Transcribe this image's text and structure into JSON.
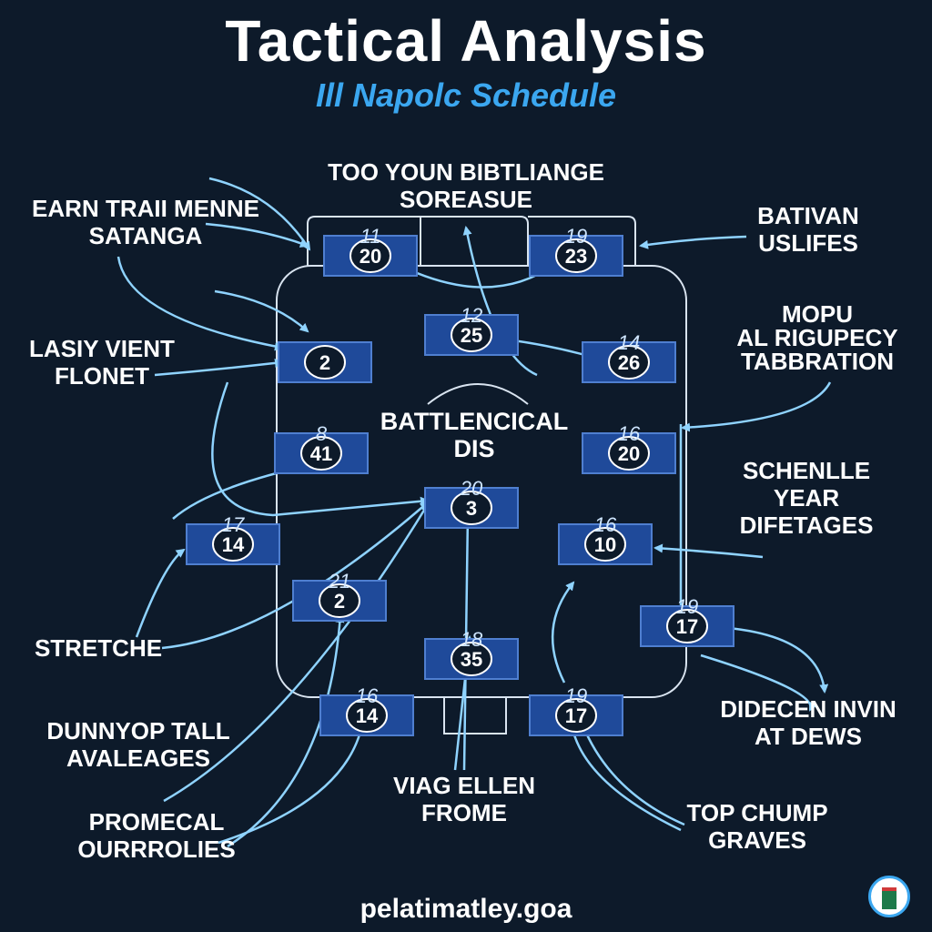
{
  "header": {
    "title": "Tactical Analysis",
    "subtitle": "Ill Napolc Schedule"
  },
  "footer": {
    "site": "pelatimatley.goa"
  },
  "colors": {
    "background": "#0d1a2a",
    "accent": "#3ba7f0",
    "arrow": "#8fd3ff",
    "box_fill": "#1f4a9a",
    "pitch_line": "#d9e4f0"
  },
  "center_label": [
    "BATTLENCICAL",
    "DIS"
  ],
  "players": [
    {
      "top": "11",
      "num": "20"
    },
    {
      "top": "19",
      "num": "23"
    },
    {
      "top": "12",
      "num": "25"
    },
    {
      "top": "",
      "num": "2"
    },
    {
      "top": "14",
      "num": "26"
    },
    {
      "top": "8",
      "num": "41"
    },
    {
      "top": "16",
      "num": "20"
    },
    {
      "top": "20",
      "num": "3"
    },
    {
      "top": "17",
      "num": "14"
    },
    {
      "top": "16",
      "num": "10"
    },
    {
      "top": "21",
      "num": "2"
    },
    {
      "top": "19",
      "num": "17"
    },
    {
      "top": "18",
      "num": "35"
    },
    {
      "top": "16",
      "num": "14"
    },
    {
      "top": "19",
      "num": "17"
    }
  ],
  "annotations": [
    {
      "lines": [
        "TOO YOUN BIBTLIANGE",
        "SOREASUE"
      ]
    },
    {
      "lines": [
        "EARN TRAII MENNE",
        "SATANGA"
      ]
    },
    {
      "lines": [
        "BATIVAN",
        "USLIFES"
      ]
    },
    {
      "lines": [
        "MOPU",
        "AL RIGUPECY",
        "TABBRATION"
      ]
    },
    {
      "lines": [
        "LASIY VIENT",
        "FLONET"
      ]
    },
    {
      "lines": [
        "SCHENLLE",
        "YEAR",
        "DIFETAGES"
      ]
    },
    {
      "lines": [
        "STRETCHE"
      ]
    },
    {
      "lines": [
        "DIDECEN INVIN",
        "AT DEWS"
      ]
    },
    {
      "lines": [
        "DUNNYOP TALL",
        "AVALEAGES"
      ]
    },
    {
      "lines": [
        "VIAG ELLEN",
        "FROME"
      ]
    },
    {
      "lines": [
        "TOP CHUMP",
        "GRAVES"
      ]
    },
    {
      "lines": [
        "PROMECAL",
        "OURRROLIES"
      ]
    }
  ]
}
